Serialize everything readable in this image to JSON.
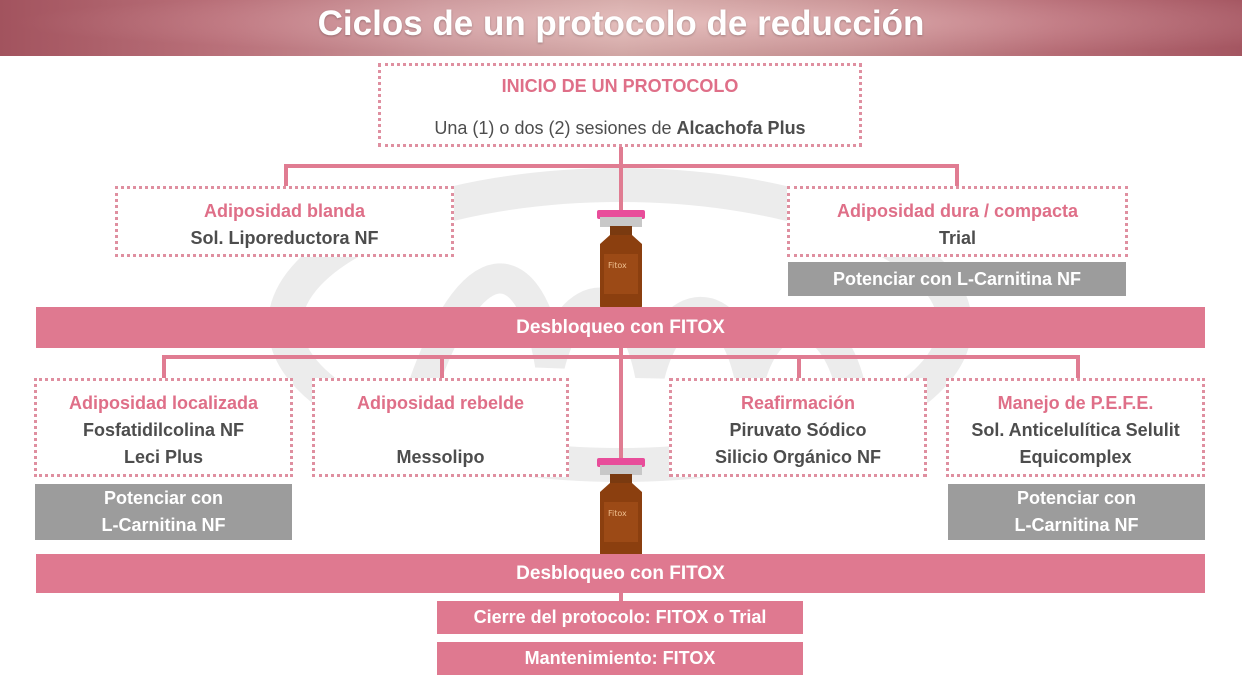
{
  "title": "Ciclos de un protocolo de reducción",
  "start": {
    "heading": "INICIO DE UN PROTOCOLO",
    "text_prefix": "Una (1) o dos (2) sesiones de ",
    "text_bold": "Alcachofa Plus"
  },
  "top_left": {
    "heading": "Adiposidad blanda",
    "product": "Sol. Liporeductora NF"
  },
  "top_right": {
    "heading": "Adiposidad dura / compacta",
    "product": "Trial",
    "boost": "Potenciar con L-Carnitina NF"
  },
  "unlock_1": "Desbloqueo con FITOX",
  "branches": [
    {
      "heading": "Adiposidad localizada",
      "products": [
        "Fosfatidilcolina NF",
        "Leci Plus"
      ],
      "boost_line1": "Potenciar con",
      "boost_line2": "L-Carnitina NF"
    },
    {
      "heading": "Adiposidad rebelde",
      "products": [
        "Messolipo"
      ]
    },
    {
      "heading": "Reafirmación",
      "products": [
        "Piruvato Sódico",
        "Silicio Orgánico NF"
      ]
    },
    {
      "heading": "Manejo de P.E.F.E.",
      "products": [
        "Sol. Anticelulítica Selulit",
        "Equicomplex"
      ],
      "boost_line1": "Potenciar con",
      "boost_line2": "L-Carnitina NF"
    }
  ],
  "unlock_2": "Desbloqueo con FITOX",
  "closing": "Cierre del protocolo: FITOX o Trial",
  "maintenance": "Mantenimiento: FITOX",
  "vial_label": "Fitox",
  "colors": {
    "accent_pink": "#df7990",
    "heading_pink": "#df6f88",
    "boost_gray": "#9c9c9c",
    "text_gray": "#4d4d4d"
  }
}
